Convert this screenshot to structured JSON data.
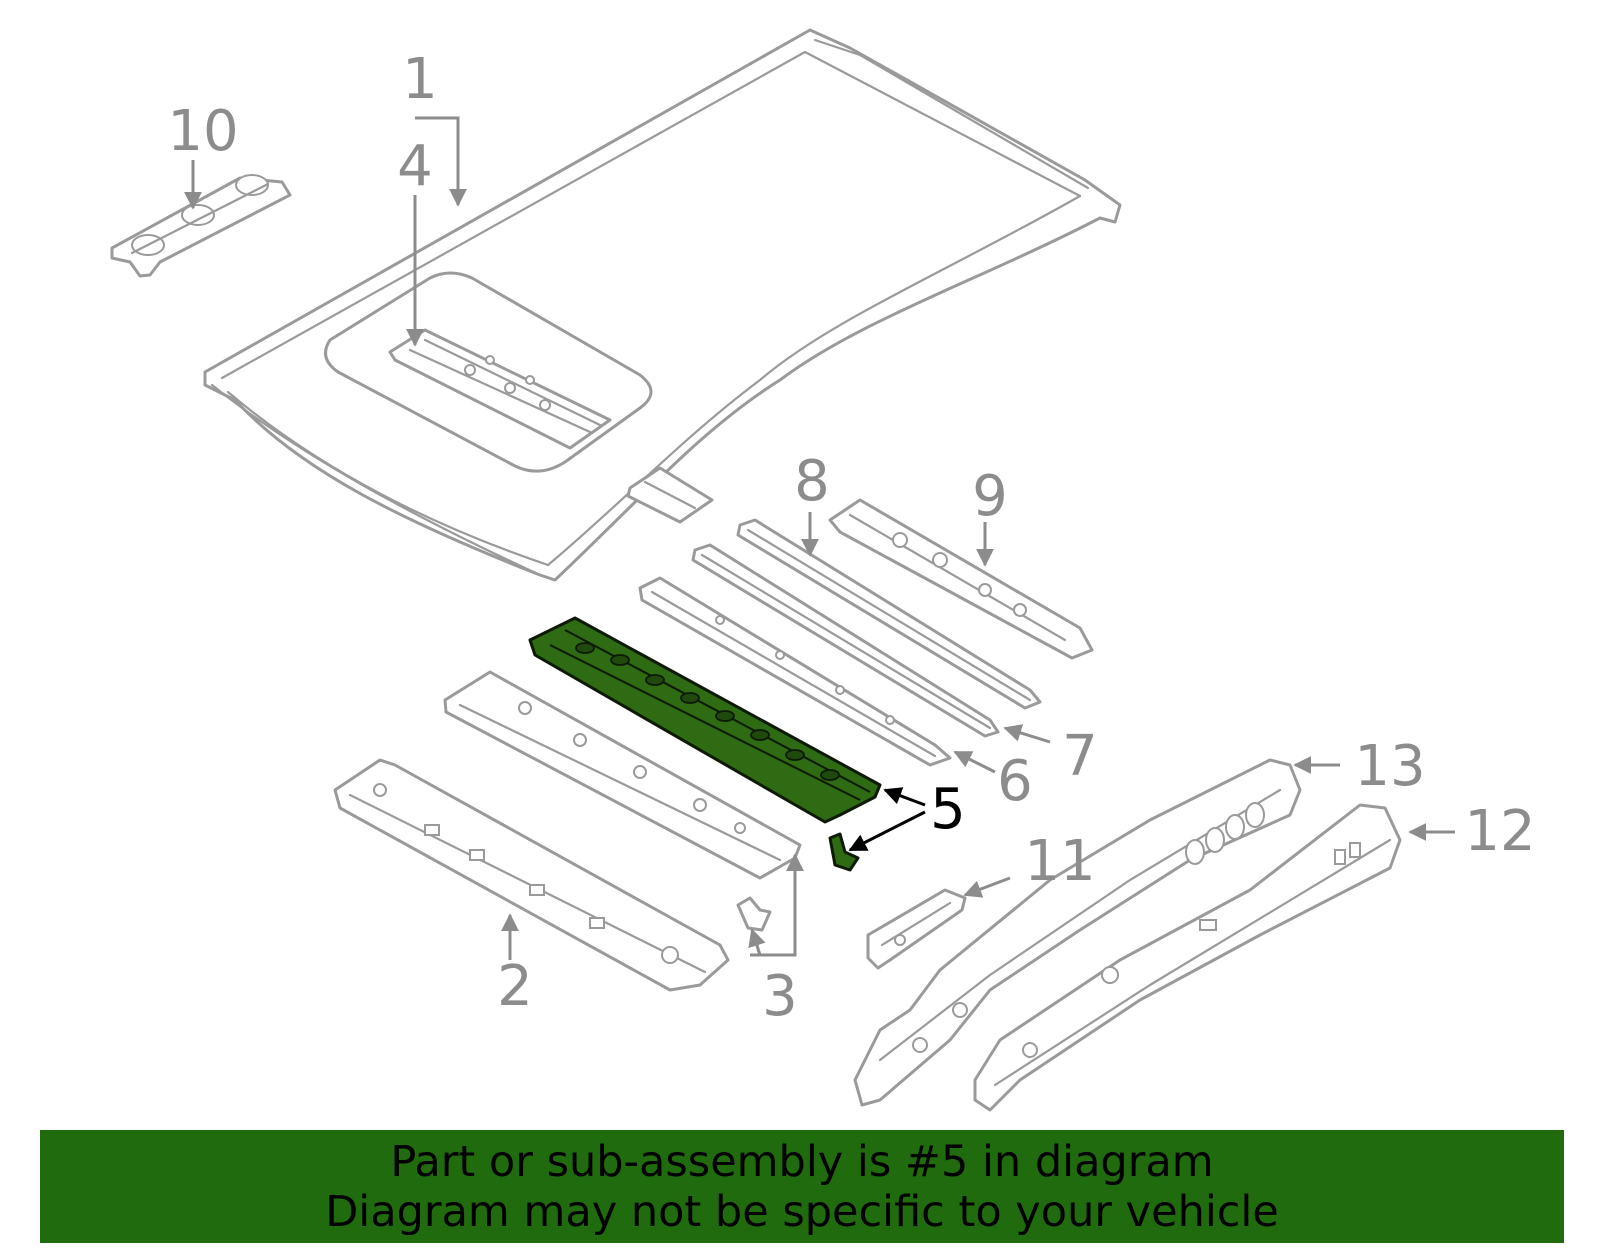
{
  "diagram": {
    "highlight_color": "#2e6b12",
    "line_color": "#9a9a9a",
    "highlighted_callout": "5",
    "callouts": {
      "c1": "1",
      "c2": "2",
      "c3": "3",
      "c4": "4",
      "c5": "5",
      "c6": "6",
      "c7": "7",
      "c8": "8",
      "c9": "9",
      "c10": "10",
      "c11": "11",
      "c12": "12",
      "c13": "13"
    }
  },
  "banner": {
    "line1": "Part or sub-assembly is #5 in diagram",
    "line2": "Diagram may not be specific to your vehicle",
    "background": "#1f6b0d"
  }
}
